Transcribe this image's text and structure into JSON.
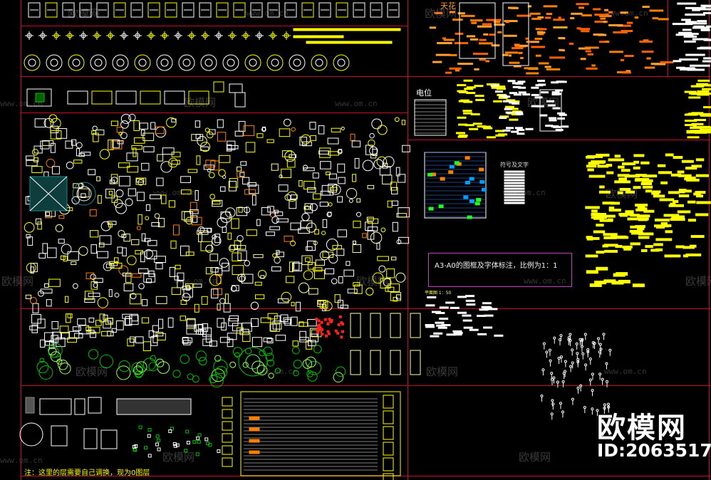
{
  "drawing": {
    "header_tianhua": "天花",
    "header_dianwei": "电位",
    "header_fuhao": "符号及文字",
    "frame_note": "A3-A0的图框及字体标注，比例为1：1",
    "scale_note": "平面图 1：50",
    "layer_note": "注：这里的层需要自己调换，现为0图层"
  },
  "watermark": {
    "brand": "欧模网",
    "url": "www.om.cn",
    "big_brand": "欧模网",
    "id": "ID:2063517"
  },
  "colors": {
    "frame_red": "#c8102e",
    "cad_yellow": "#ffff00",
    "cad_white": "#ffffff",
    "cad_orange": "#ff8000",
    "cad_green": "#00c000",
    "cad_magenta": "#c040c0"
  }
}
